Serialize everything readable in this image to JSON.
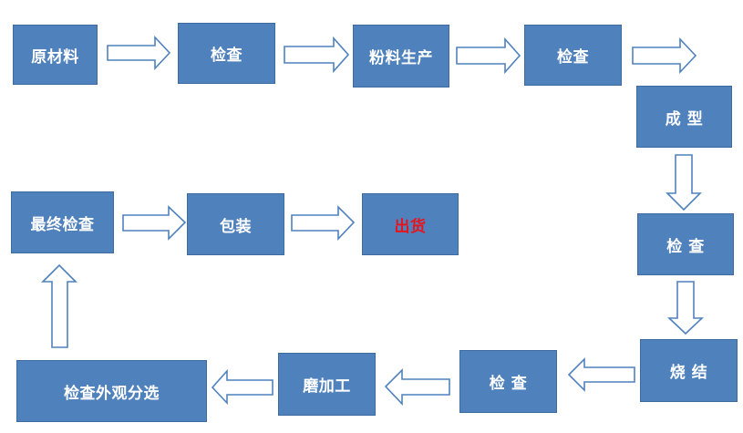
{
  "nodes": {
    "raw_material": "原材料",
    "inspect_1": "检查",
    "powder_production": "粉料生产",
    "inspect_2": "检查",
    "forming": "成 型",
    "inspect_3": "检 查",
    "sintering": "烧 结",
    "inspect_4": "检 查",
    "grinding": "磨加工",
    "visual_sorting": "检查外观分选",
    "final_inspection": "最终检查",
    "packaging": "包装",
    "shipment": "出货"
  },
  "colors": {
    "box_fill": "#4f81bd",
    "box_text": "#ffffff",
    "shipment_text": "#e8141b",
    "arrow_fill": "#ffffff",
    "arrow_stroke": "#4f81bd"
  }
}
